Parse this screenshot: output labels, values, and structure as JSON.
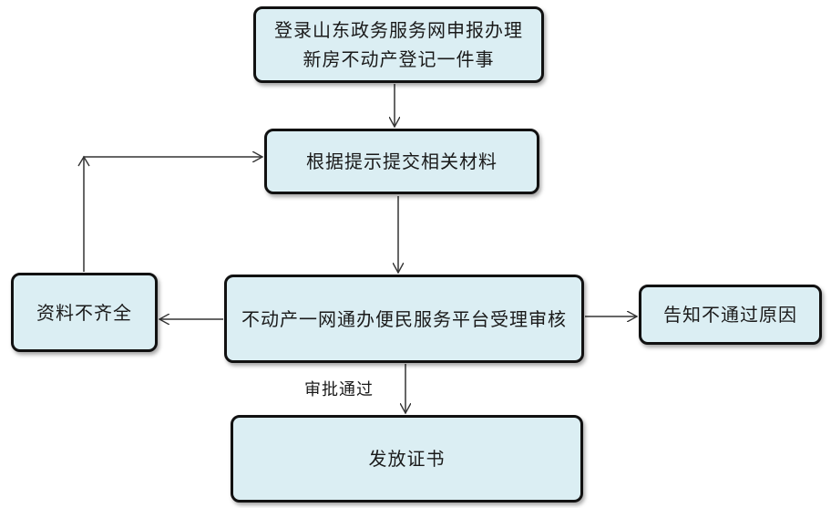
{
  "nodes": {
    "login": "登录山东政务服务网申报办理新房不动产登记一件事",
    "submit_materials": "根据提示提交相关材料",
    "review": "不动产一网通办便民服务平台受理审核",
    "materials_incomplete": "资料不齐全",
    "notify_reason": "告知不通过原因",
    "issue_certificate": "发放证书"
  },
  "edge_labels": {
    "approved": "审批通过"
  },
  "colors": {
    "node_fill": "#dbeef3",
    "node_border": "#111111",
    "line": "#333333"
  }
}
